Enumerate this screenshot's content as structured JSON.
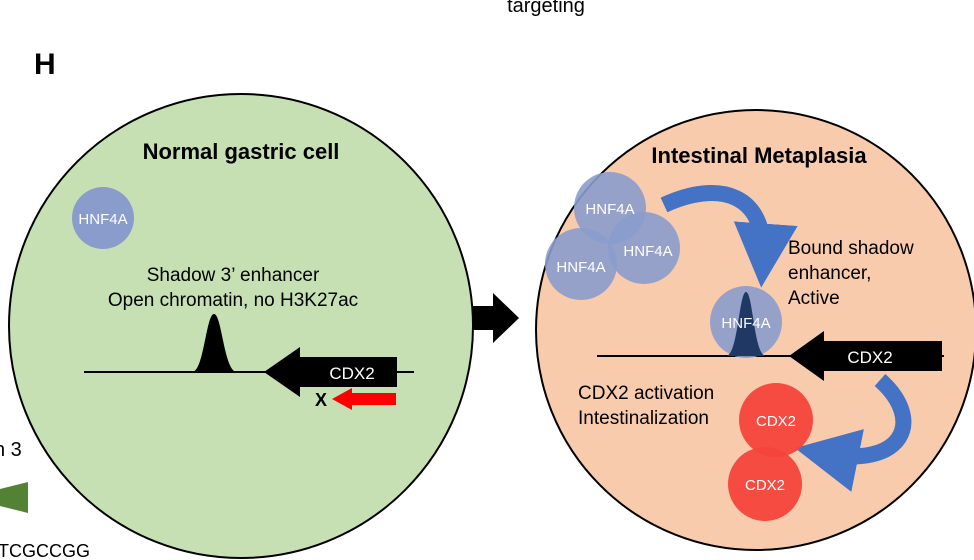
{
  "top_caption": "targeting",
  "panel_label": "H",
  "left_edge": {
    "label_fragment": "n 3",
    "sequence_fragment": "TCGCCGG"
  },
  "normal_cell": {
    "title": "Normal gastric cell",
    "protein_label": "HNF4A",
    "enhancer_line1": "Shadow 3’ enhancer",
    "enhancer_line2": "Open chromatin, no H3K27ac",
    "gene_label": "CDX2",
    "block_mark": "X"
  },
  "metaplasia_cell": {
    "title": "Intestinal Metaplasia",
    "protein_labels": [
      "HNF4A",
      "HNF4A",
      "HNF4A"
    ],
    "bound_protein_label": "HNF4A",
    "bound_text": [
      "Bound shadow",
      "enhancer,",
      "Active"
    ],
    "gene_label": "CDX2",
    "activation_line1": "CDX2 activation",
    "activation_line2": "Intestinalization",
    "cdx2_products": [
      "CDX2",
      "CDX2"
    ]
  },
  "colors": {
    "normal_fill": "#c6e0b4",
    "metaplasia_fill": "#f8cbad",
    "hnf4a": "#8a9ccc",
    "cdx2_product": "#f4433b",
    "blue_arrow": "#4472c4",
    "red_arrow": "#ff0000",
    "green_arrow": "#548235"
  }
}
